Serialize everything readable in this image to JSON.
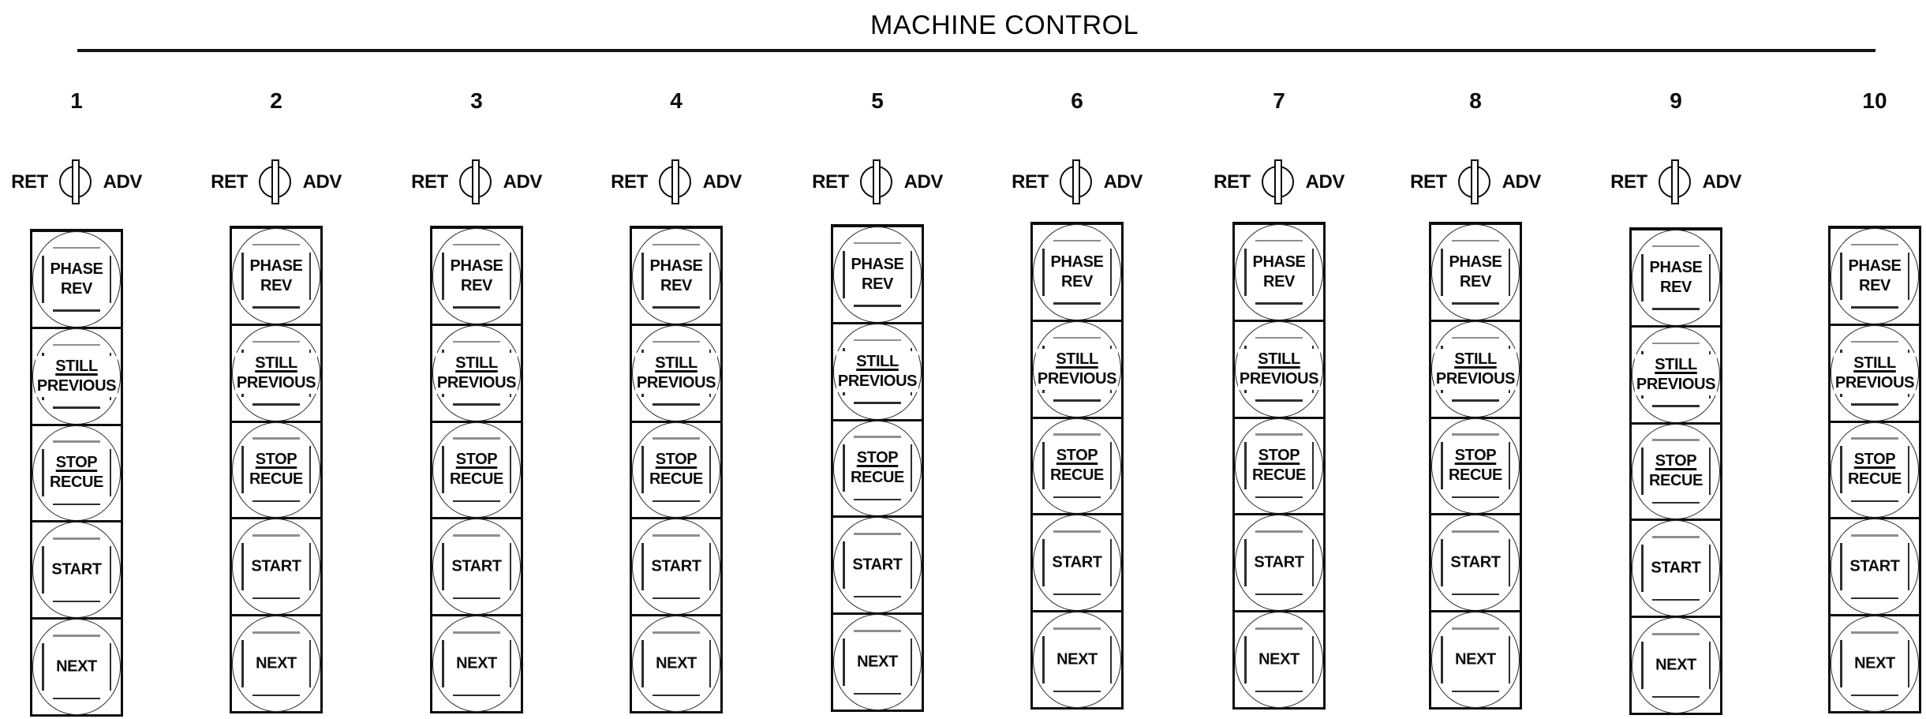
{
  "title": "MACHINE CONTROL",
  "selector": {
    "left_label": "RET",
    "right_label": "ADV",
    "icon": "rotary-selector-knob"
  },
  "button_labels": [
    {
      "lines": [
        {
          "text": "PHASE",
          "underline": false
        },
        {
          "text": "REV",
          "underline": false
        }
      ]
    },
    {
      "lines": [
        {
          "text": "STILL",
          "underline": true
        },
        {
          "text": "PREVIOUS",
          "underline": false
        }
      ]
    },
    {
      "lines": [
        {
          "text": "STOP",
          "underline": true
        },
        {
          "text": "RECUE",
          "underline": false
        }
      ]
    },
    {
      "lines": [
        {
          "text": "START",
          "underline": false
        }
      ]
    },
    {
      "lines": [
        {
          "text": "NEXT",
          "underline": false
        }
      ]
    }
  ],
  "channels": [
    {
      "number": "1",
      "has_selector": true
    },
    {
      "number": "2",
      "has_selector": true
    },
    {
      "number": "3",
      "has_selector": true
    },
    {
      "number": "4",
      "has_selector": true
    },
    {
      "number": "5",
      "has_selector": true
    },
    {
      "number": "6",
      "has_selector": true
    },
    {
      "number": "7",
      "has_selector": true
    },
    {
      "number": "8",
      "has_selector": true
    },
    {
      "number": "9",
      "has_selector": true
    },
    {
      "number": "10",
      "has_selector": false
    }
  ],
  "colors": {
    "ink": "#111111",
    "mark_dark": "#2e2e2e",
    "mark_light": "#8f8f8f",
    "background": "#ffffff"
  }
}
